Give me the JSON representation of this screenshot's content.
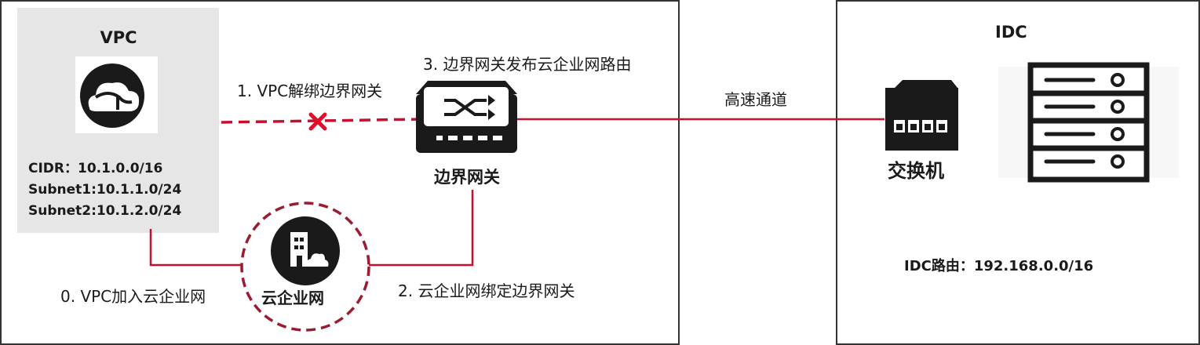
{
  "vpc": {
    "title": "VPC",
    "cidr_lines": [
      "CIDR：10.1.0.0/16",
      "Subnet1:10.1.1.0/24",
      "Subnet2:10.1.2.0/24"
    ]
  },
  "steps": {
    "step0": "0. VPC加入云企业网",
    "step1": "1. VPC解绑边界网关",
    "step2": "2. 云企业网绑定边界网关",
    "step3": "3. 边界网关发布云企业网路由"
  },
  "border_gateway": {
    "label": "边界网关"
  },
  "ccn": {
    "label": "云企业网"
  },
  "link": {
    "label": "高速通道"
  },
  "idc": {
    "title": "IDC",
    "switch_label": "交换机",
    "route": "IDC路由：192.168.0.0/16"
  },
  "icons": {
    "vpc": "cloud-icon",
    "gateway": "router-icon",
    "ccn": "building-cloud-icon",
    "switch": "switch-icon",
    "server": "server-rack-icon",
    "unbind": "red-cross-icon"
  },
  "colors": {
    "link": "#c8102e",
    "panel": "#e6e6e6",
    "frame": "#333333",
    "icon": "#1a1a1a"
  }
}
